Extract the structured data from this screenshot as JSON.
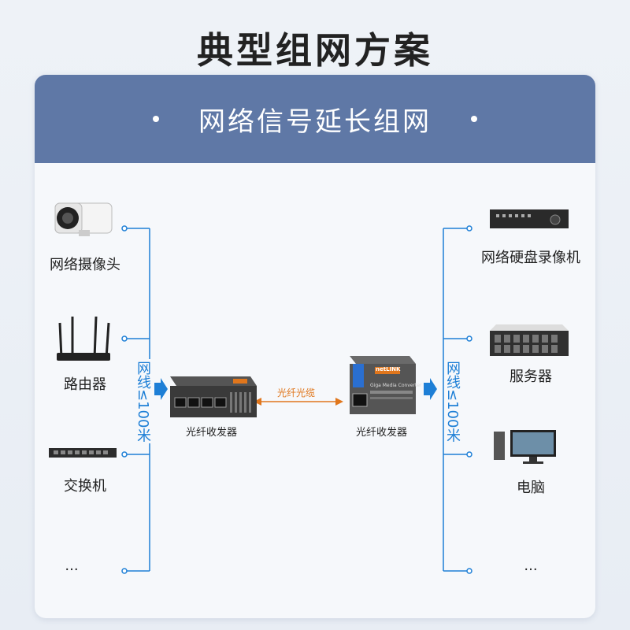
{
  "title": "典型组网方案",
  "header": {
    "title": "网络信号延长组网"
  },
  "left_devices": {
    "camera": "网络摄像头",
    "router": "路由器",
    "switch": "交换机",
    "more": "..."
  },
  "right_devices": {
    "nvr": "网络硬盘录像机",
    "server": "服务器",
    "computer": "电脑",
    "more": "..."
  },
  "left_cable_note": "网线≤100米",
  "right_cable_note": "网线≤100米",
  "converter_left": {
    "label": "光纤收发器"
  },
  "converter_right": {
    "label": "光纤收发器",
    "brand": "netLINK",
    "model": "Giga Media Converter"
  },
  "fiber_label": "光纤光缆",
  "colors": {
    "line_blue": "#1e7fd6",
    "fiber_orange": "#e0761c",
    "header_bg": "#5f78a6"
  }
}
